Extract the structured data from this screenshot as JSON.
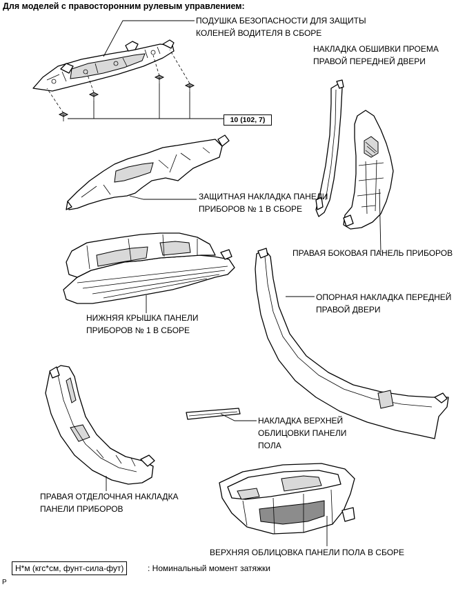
{
  "heading": "Для моделей с правосторонним рулевым управлением:",
  "torque_value": "10 (102, 7)",
  "labels": {
    "knee_airbag_1": "ПОДУШКА БЕЗОПАСНОСТИ ДЛЯ ЗАЩИТЫ",
    "knee_airbag_2": "КОЛЕНЕЙ ВОДИТЕЛЯ В СБОРЕ",
    "door_opening_trim_1": "НАКЛАДКА ОБШИВКИ ПРОЕМА",
    "door_opening_trim_2": "ПРАВОЙ ПЕРЕДНЕЙ ДВЕРИ",
    "panel_guard_1": "ЗАЩИТНАЯ НАКЛАДКА ПАНЕЛИ",
    "panel_guard_2": "ПРИБОРОВ № 1 В СБОРЕ",
    "side_panel": "ПРАВАЯ БОКОВАЯ ПАНЕЛЬ ПРИБОРОВ",
    "lower_cover_1": "НИЖНЯЯ КРЫШКА ПАНЕЛИ",
    "lower_cover_2": "ПРИБОРОВ № 1 В СБОРЕ",
    "door_scuff_1": "ОПОРНАЯ НАКЛАДКА ПЕРЕДНЕЙ",
    "door_scuff_2": "ПРАВОЙ ДВЕРИ",
    "console_upper_trim_1": "НАКЛАДКА ВЕРХНЕЙ",
    "console_upper_trim_2": "ОБЛИЦОВКИ ПАНЕЛИ",
    "console_upper_trim_3": "ПОЛА",
    "finish_panel_1": "ПРАВАЯ ОТДЕЛОЧНАЯ НАКЛАДКА",
    "finish_panel_2": "ПАНЕЛИ ПРИБОРОВ",
    "console_box": "ВЕРХНЯЯ ОБЛИЦОВКА ПАНЕЛИ ПОЛА В СБОРЕ"
  },
  "legend": {
    "unit_box": "Н*м (кгс*см, фунт-сила-фут)",
    "description": ": Номинальный момент затяжки"
  },
  "corner_mark": "P"
}
